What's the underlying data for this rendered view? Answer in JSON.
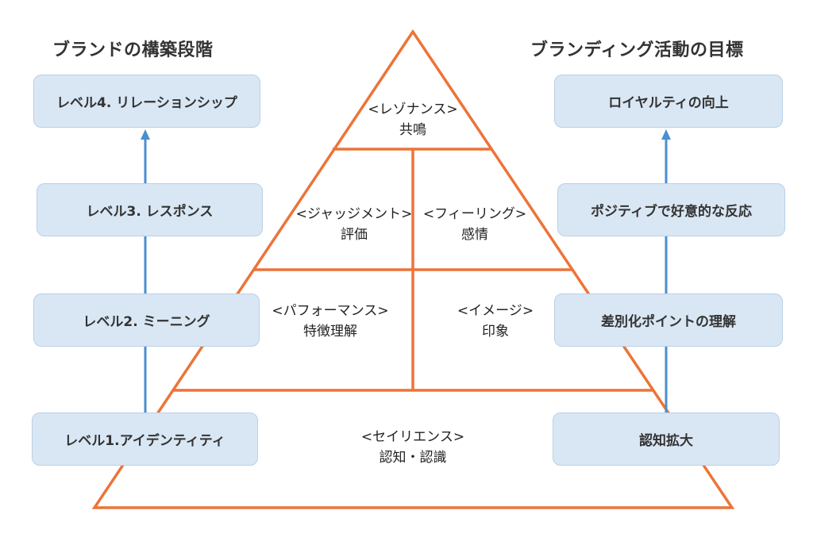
{
  "headings": {
    "left": "ブランドの構築段階",
    "right": "ブランディング活動の目標"
  },
  "colors": {
    "pyramid_stroke": "#ec7438",
    "arrow": "#4a8fcf",
    "box_fill": "#d9e7f4",
    "box_border": "#b8d0e6",
    "text": "#333333"
  },
  "left_levels": [
    {
      "label": "レベル4. リレーションシップ"
    },
    {
      "label": "レベル3. レスポンス"
    },
    {
      "label": "レベル2. ミーニング"
    },
    {
      "label": "レベル1.アイデンティティ"
    }
  ],
  "right_goals": [
    {
      "label": "ロイヤルティの向上"
    },
    {
      "label": "ポジティブで好意的な反応"
    },
    {
      "label": "差別化ポイントの理解"
    },
    {
      "label": "認知拡大"
    }
  ],
  "pyramid": {
    "resonance": {
      "title": "<レゾナンス>",
      "subtitle": "共鳴"
    },
    "judgment": {
      "title": "<ジャッジメント>",
      "subtitle": "評価"
    },
    "feelings": {
      "title": "<フィーリング>",
      "subtitle": "感情"
    },
    "performance": {
      "title": "<パフォーマンス>",
      "subtitle": "特徴理解"
    },
    "imagery": {
      "title": "<イメージ>",
      "subtitle": "印象"
    },
    "salience": {
      "title": "<セイリエンス>",
      "subtitle": "認知・認識"
    }
  }
}
